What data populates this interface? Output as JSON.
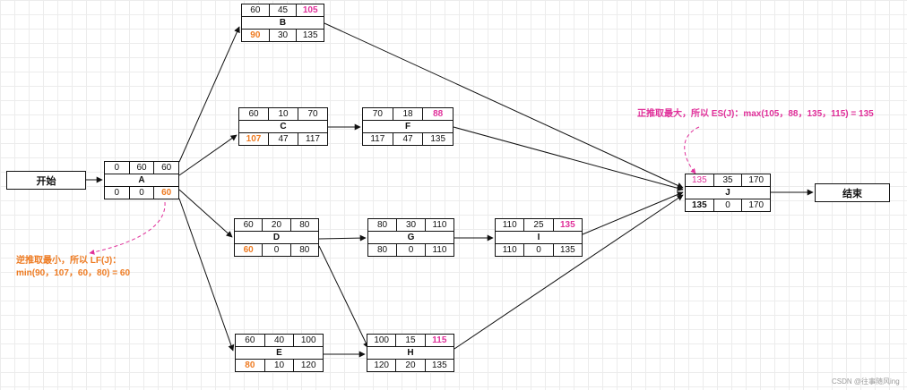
{
  "start_label": "开始",
  "end_label": "结束",
  "nodes": {
    "A": {
      "name": "A",
      "es": "0",
      "dur": "60",
      "ef": "60",
      "ls": "0",
      "tf": "0",
      "lf": "60"
    },
    "B": {
      "name": "B",
      "es": "60",
      "dur": "45",
      "ef": "105",
      "ls": "90",
      "tf": "30",
      "lf": "135"
    },
    "C": {
      "name": "C",
      "es": "60",
      "dur": "10",
      "ef": "70",
      "ls": "107",
      "tf": "47",
      "lf": "117"
    },
    "F": {
      "name": "F",
      "es": "70",
      "dur": "18",
      "ef": "88",
      "ls": "117",
      "tf": "47",
      "lf": "135"
    },
    "D": {
      "name": "D",
      "es": "60",
      "dur": "20",
      "ef": "80",
      "ls": "60",
      "tf": "0",
      "lf": "80"
    },
    "G": {
      "name": "G",
      "es": "80",
      "dur": "30",
      "ef": "110",
      "ls": "80",
      "tf": "0",
      "lf": "110"
    },
    "I": {
      "name": "I",
      "es": "110",
      "dur": "25",
      "ef": "135",
      "ls": "110",
      "tf": "0",
      "lf": "135"
    },
    "E": {
      "name": "E",
      "es": "60",
      "dur": "40",
      "ef": "100",
      "ls": "80",
      "tf": "10",
      "lf": "120"
    },
    "H": {
      "name": "H",
      "es": "100",
      "dur": "15",
      "ef": "115",
      "ls": "120",
      "tf": "20",
      "lf": "135"
    },
    "J": {
      "name": "J",
      "es": "135",
      "dur": "35",
      "ef": "170",
      "ls": "135",
      "tf": "0",
      "lf": "170"
    }
  },
  "annotations": {
    "lf_line1": "逆推取最小，所以 LF(J)：",
    "lf_line2": "min(90，107，60，80) = 60",
    "es_line": "正推取最大，所以 ES(J)：max(105，88，135，115) = 135"
  },
  "watermark": "CSDN @往事随风ing",
  "colors": {
    "highlight_pink": "#e0309a",
    "highlight_orange": "#ee7b22",
    "line": "#111111"
  }
}
